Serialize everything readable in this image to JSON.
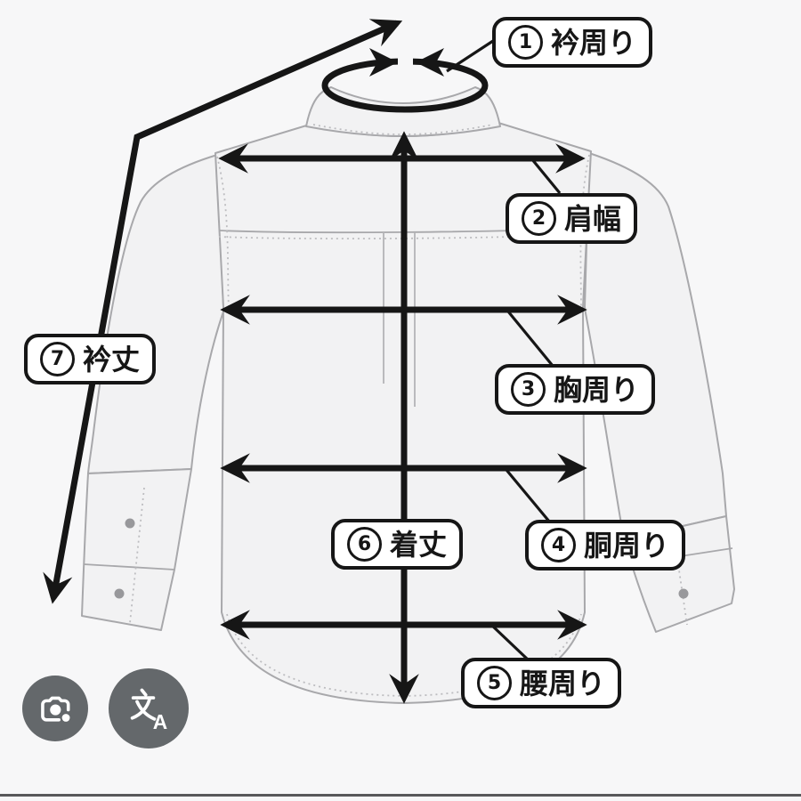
{
  "diagram": {
    "labels": [
      {
        "num": "1",
        "text": "衿周り"
      },
      {
        "num": "2",
        "text": "肩幅"
      },
      {
        "num": "3",
        "text": "胸周り"
      },
      {
        "num": "4",
        "text": "胴周り"
      },
      {
        "num": "5",
        "text": "腰周り"
      },
      {
        "num": "6",
        "text": "着丈"
      },
      {
        "num": "7",
        "text": "衿丈"
      }
    ]
  },
  "toolbar": {
    "camera_button_icon": "lens-camera-icon",
    "translate_button_icon": "translate-icon",
    "translate_glyph_cjk": "文",
    "translate_glyph_latin": "A"
  },
  "colors": {
    "arrow_black": "#161616",
    "label_border": "#161616",
    "label_background": "#ffffff",
    "shirt_outline": "#a8a8ab",
    "shirt_fill": "#f2f2f3",
    "icon_circle": "#64686b",
    "page_background": "#f7f7f8",
    "bottom_divider": "#58585a"
  }
}
